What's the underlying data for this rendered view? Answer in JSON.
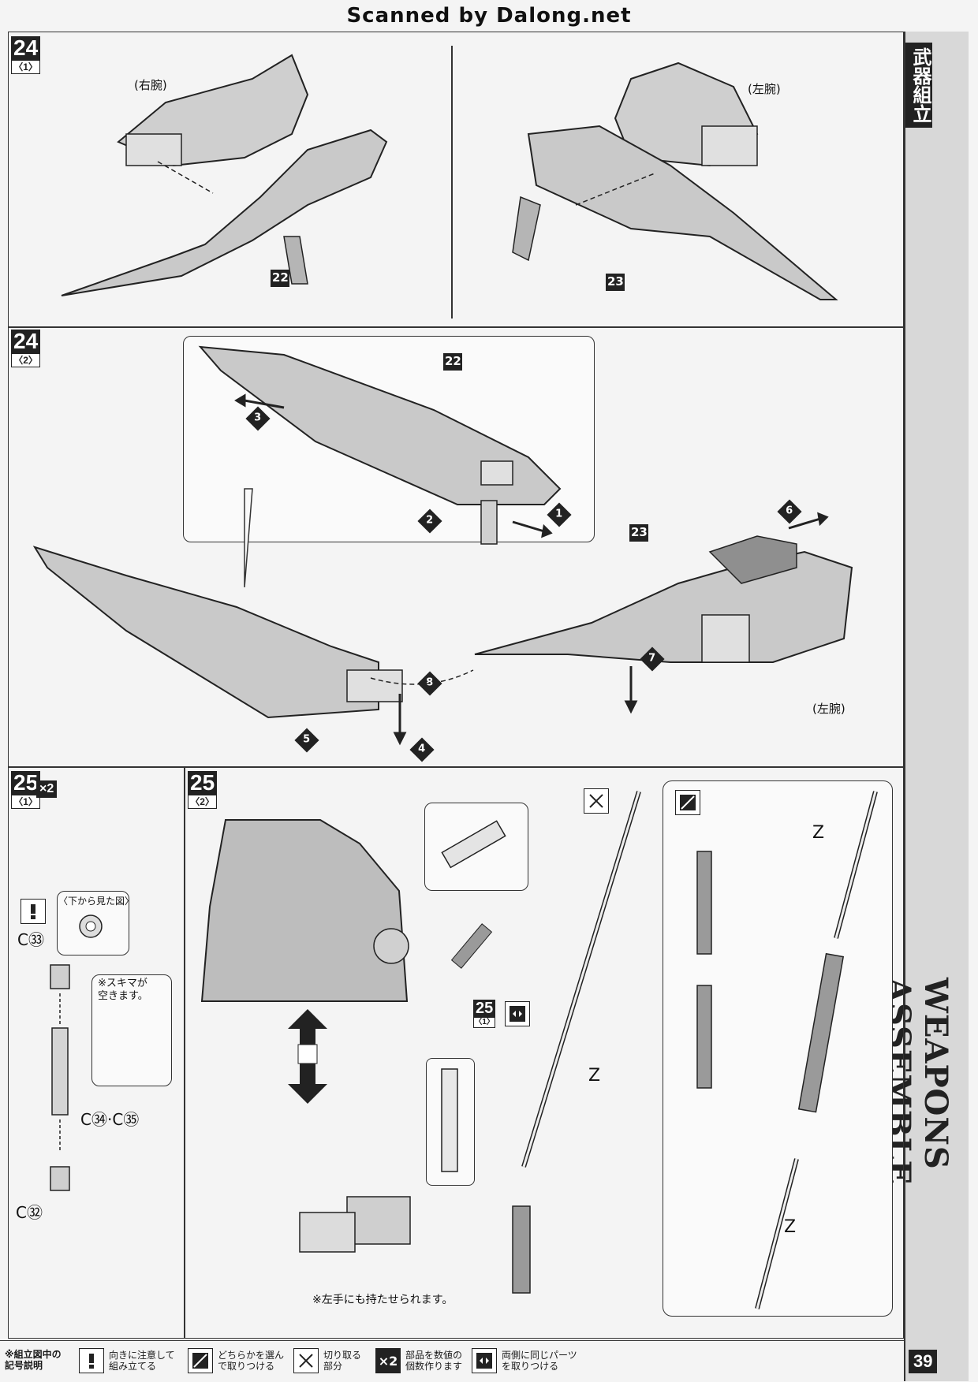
{
  "header": {
    "scan_credit": "Scanned by Dalong.net"
  },
  "sidebar": {
    "section_jp": "武器組立",
    "section_en": "WEAPONS ASSEMBLE"
  },
  "steps": {
    "s24_1": {
      "num": "24",
      "sub": "〈1〉"
    },
    "s24_2": {
      "num": "24",
      "sub": "〈2〉"
    },
    "s25_1": {
      "num": "25",
      "sub": "〈1〉",
      "multiplier": "×2"
    },
    "s25_2": {
      "num": "25",
      "sub": "〈2〉"
    }
  },
  "panel_24_1": {
    "right_arm": "(右腕)",
    "left_arm": "(左腕)",
    "part_22": "22",
    "part_23": "23"
  },
  "panel_24_2": {
    "part_22": "22",
    "part_23": "23",
    "left_arm": "(左腕)",
    "order_marks": [
      "1",
      "2",
      "3",
      "4",
      "5",
      "6",
      "7",
      "8"
    ]
  },
  "panel_25_1": {
    "bottom_view": "〈下から見た図〉",
    "gap_note": "※スキマが\n空きます。",
    "c33": "C㉝",
    "c34_35": "C㉞·C㉟",
    "c32": "C㉜"
  },
  "panel_25_2": {
    "ref_step": "25",
    "ref_sub": "〈1〉",
    "z_labels": [
      "Z",
      "Z",
      "Z"
    ],
    "left_hand_note": "※左手にも持たせられます。"
  },
  "legend": {
    "title": "※組立図中の\n記号説明",
    "items": [
      {
        "icon": "exclamation-icon",
        "text": "向きに注意して\n組み立てる"
      },
      {
        "icon": "choose-one-icon",
        "text": "どちらかを選ん\nで取りつける"
      },
      {
        "icon": "cut-icon",
        "text": "切り取る\n部分"
      },
      {
        "icon": "x2-icon",
        "symbol": "×2",
        "text": "部品を数値の\n個数作ります"
      },
      {
        "icon": "same-parts-icon",
        "text": "両側に同じパーツ\nを取りつける"
      }
    ]
  },
  "page_number": "39"
}
